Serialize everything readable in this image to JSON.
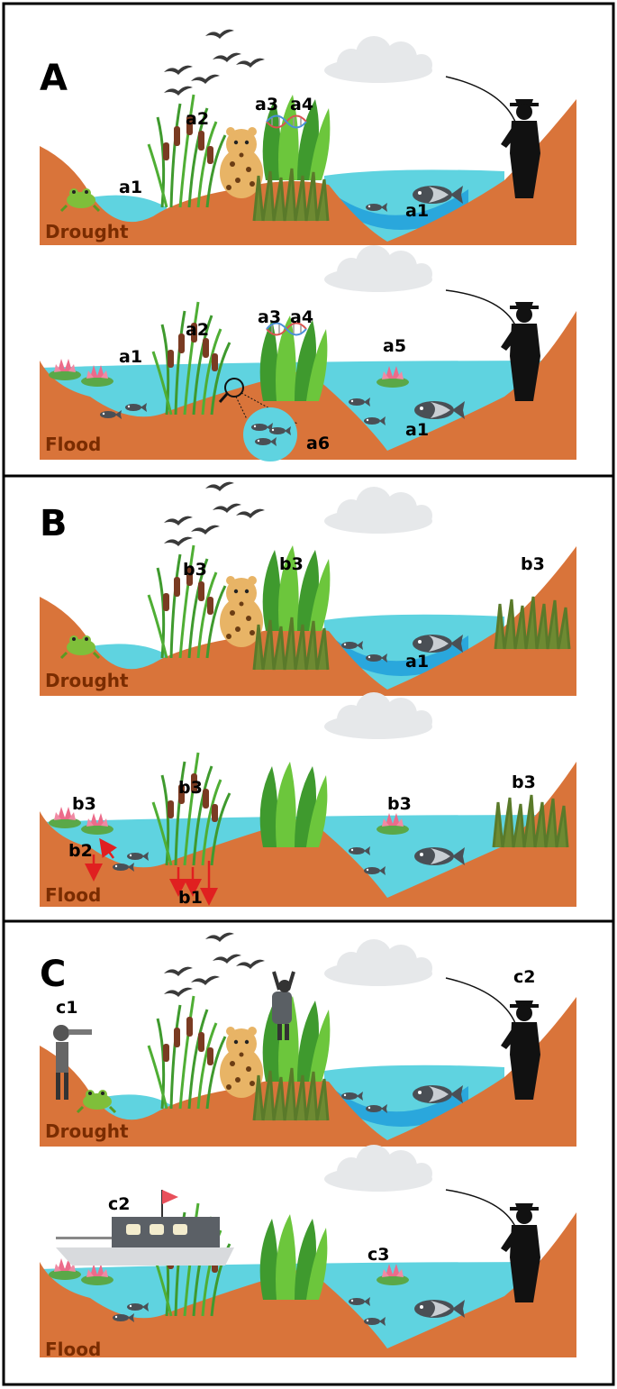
{
  "panels": {
    "A": {
      "letter": "A",
      "drought": {
        "condition": "Drought",
        "labels": {
          "a1_left": "a1",
          "a2": "a2",
          "a3": "a3",
          "a4": "a4",
          "a1_right": "a1"
        }
      },
      "flood": {
        "condition": "Flood",
        "labels": {
          "a1_left": "a1",
          "a2": "a2",
          "a3": "a3",
          "a4": "a4",
          "a5": "a5",
          "a6": "a6",
          "a1_right": "a1"
        }
      }
    },
    "B": {
      "letter": "B",
      "drought": {
        "condition": "Drought",
        "labels": {
          "b3_left": "b3",
          "b3_mid": "b3",
          "b3_right": "b3",
          "a1": "a1"
        }
      },
      "flood": {
        "condition": "Flood",
        "labels": {
          "b3_lily": "b3",
          "b3_reeds": "b3",
          "b3_mid": "b3",
          "b3_right": "b3",
          "b2": "b2",
          "b1": "b1"
        }
      }
    },
    "C": {
      "letter": "C",
      "drought": {
        "condition": "Drought",
        "labels": {
          "c1": "c1",
          "c2": "c2"
        }
      },
      "flood": {
        "condition": "Flood",
        "labels": {
          "c2": "c2",
          "c3": "c3"
        }
      }
    }
  },
  "colors": {
    "ground": "#d9743a",
    "water_light": "#5fd3e0",
    "water_dark": "#2aa7dc",
    "plant": "#3f9a2e",
    "plant_light": "#6cc63c",
    "cloud": "#e6e8ea",
    "silhouette": "#111111",
    "arrow": "#e02020",
    "flag": "#e8505b"
  },
  "icons": [
    "frog-icon",
    "reeds-icon",
    "jaguar-icon",
    "dna-icon",
    "fish-icon",
    "bird-icon",
    "cloud-icon",
    "fisher-icon",
    "waterlily-icon",
    "magnifier-icon",
    "boat-icon",
    "hiker-icon",
    "birdwatcher-icon"
  ]
}
